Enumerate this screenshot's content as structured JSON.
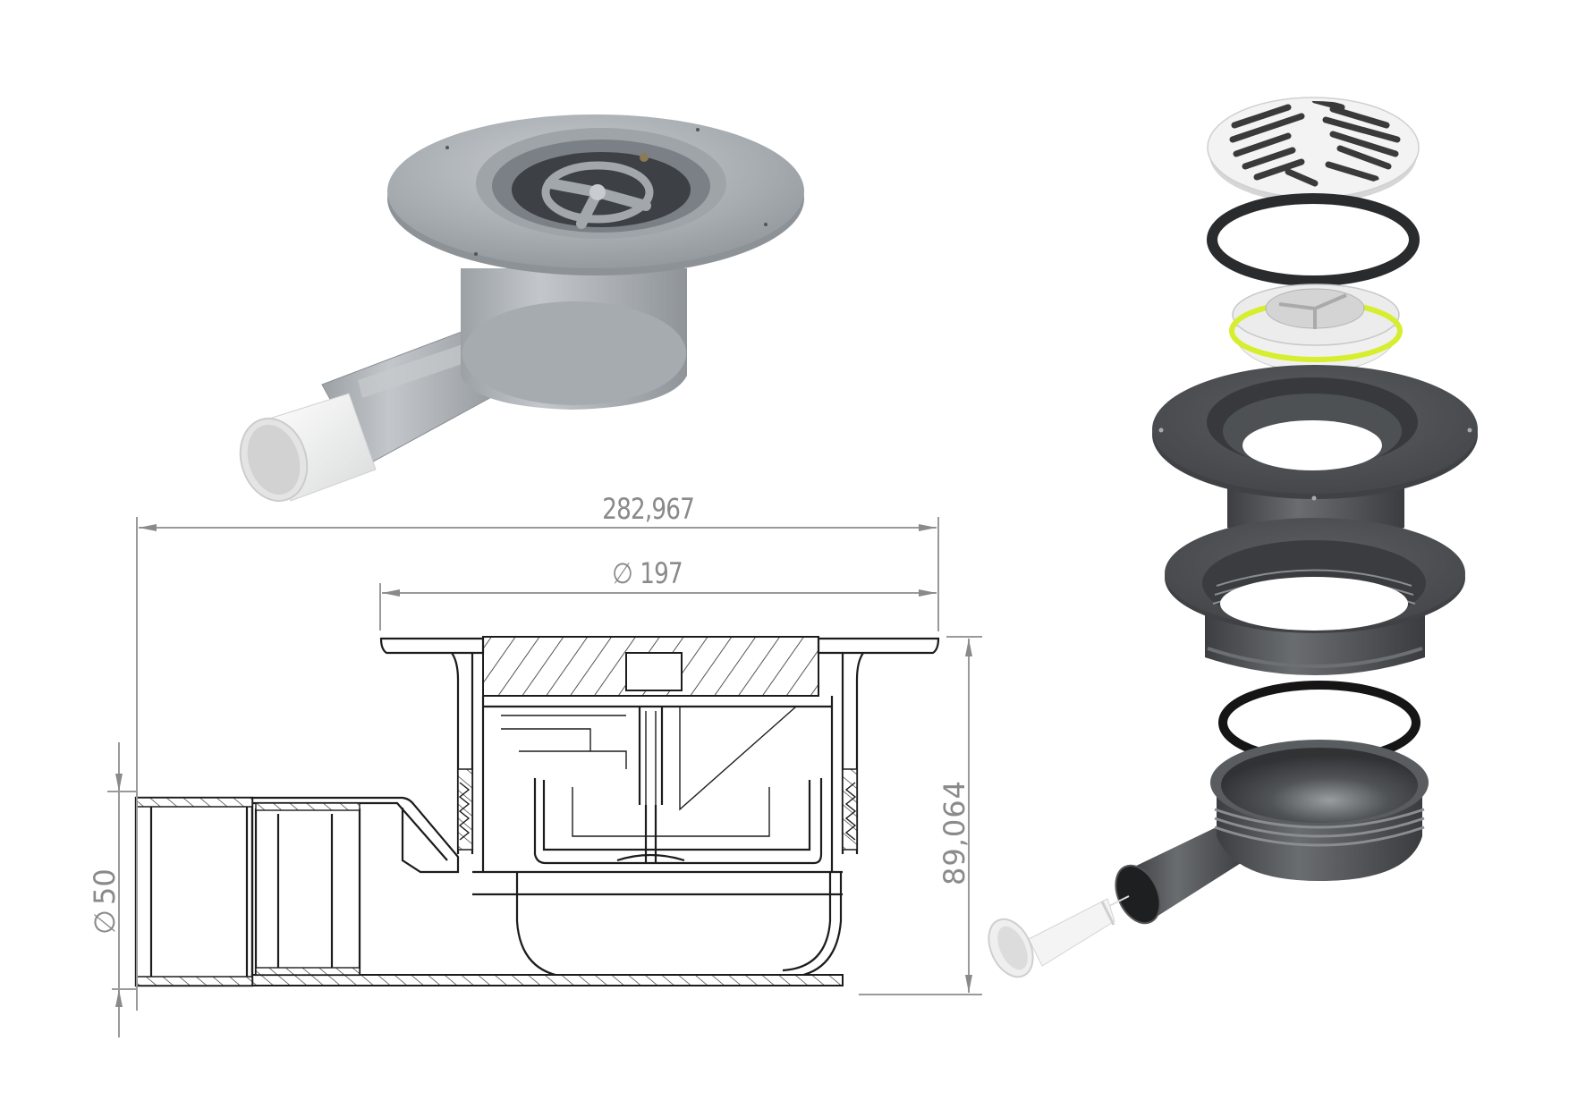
{
  "figure": {
    "title": "Shower floor drain with side outlet",
    "views": {
      "product_photo": {
        "label": "assembled-drain-photo",
        "body_color": "#a9aeb3",
        "outlet_color": "#f2f2f2"
      },
      "cross_section": {
        "label": "section-drawing"
      },
      "exploded_view": {
        "label": "exploded-assembly",
        "parts": [
          "stainless-grate",
          "black-seal-ring",
          "trap-insert-with-yellow-seal",
          "top-flange-with-collar",
          "threaded-clamp-flange",
          "o-ring",
          "drain-bowl-with-side-outlet",
          "outlet-adapter"
        ],
        "colors": {
          "dark_part": "#4a4c4f",
          "ring": "#1b1b1b",
          "seal": "#d8ef3a",
          "grate": "#f1f1f1"
        }
      }
    },
    "dimensions": {
      "overall_length": "282,967",
      "flange_diameter": "ø197",
      "flange_diameter_symbol": "∅",
      "flange_diameter_value": "197",
      "height": "89,064",
      "outlet_diameter_symbol": "∅",
      "outlet_diameter_value": "50"
    },
    "colors": {
      "dimension_line": "#9a9a9a",
      "outline": "#1c1c1c",
      "background": "#ffffff"
    }
  }
}
